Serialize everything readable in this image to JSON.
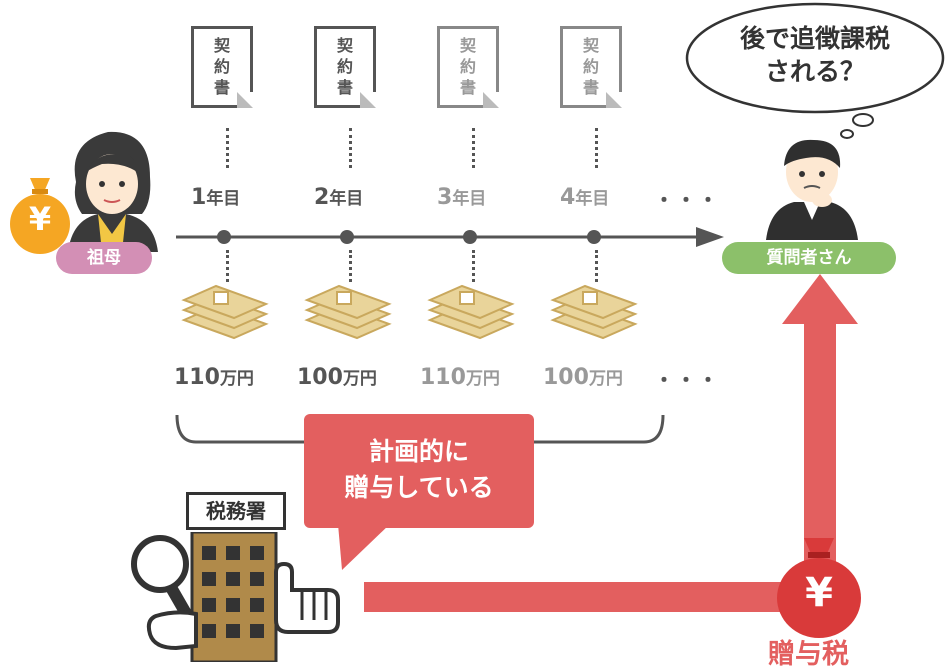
{
  "contract_label": "契\n約\n書",
  "years": [
    {
      "num": "1",
      "unit": "年目",
      "amount": "110",
      "amount_unit": "万円",
      "faded": false
    },
    {
      "num": "2",
      "unit": "年目",
      "amount": "100",
      "amount_unit": "万円",
      "faded": false
    },
    {
      "num": "3",
      "unit": "年目",
      "amount": "110",
      "amount_unit": "万円",
      "faded": true
    },
    {
      "num": "4",
      "unit": "年目",
      "amount": "100",
      "amount_unit": "万円",
      "faded": true
    }
  ],
  "ellipsis": "・・・",
  "grandmother_label": "祖母",
  "questioner_label": "質問者さん",
  "thought_bubble": "後で追徴課税\nされる？",
  "tax_office_label": "税務署",
  "planned_gift_text": "計画的に\n贈与している",
  "gift_tax_label": "贈与税",
  "yen_symbol": "¥",
  "colors": {
    "accent_red": "#e35f5f",
    "grandmother_pill": "#d38fb5",
    "questioner_pill": "#8cc06a",
    "money_bag_yellow": "#f5a623",
    "money_bag_red": "#d93a3a"
  }
}
